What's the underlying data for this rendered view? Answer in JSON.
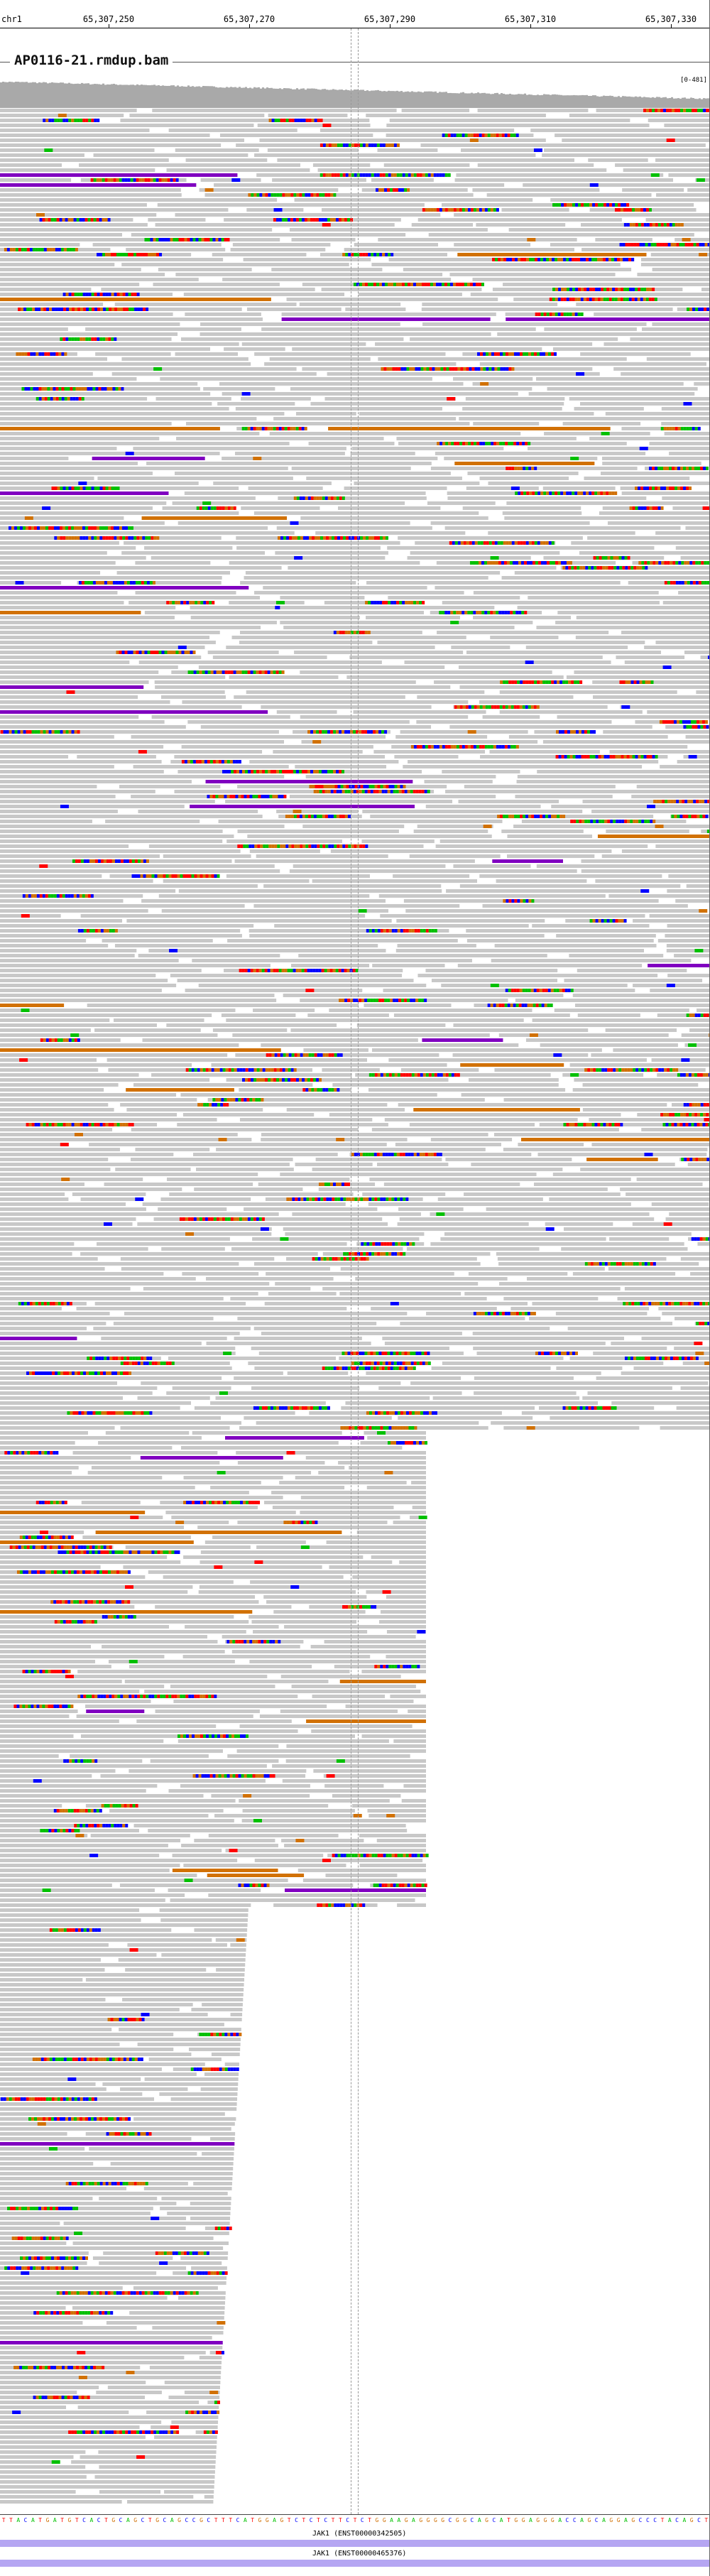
{
  "ruler": {
    "chrom": "chr1",
    "ticks": [
      "65,307,250",
      "65,307,270",
      "65,307,290",
      "65,307,310",
      "65,307,330"
    ]
  },
  "track": {
    "title": "AP0116-21.rmdup.bam",
    "range": "[0-481]"
  },
  "sequence": {
    "bases": "TTACATGATGTCACTGCAGCTGCAGCCGCTTTCATGGAGTCTCTCTTCTCTGGAAGAGGGGCGGCAGCATGGAGGGACCAGCAGGAGCCCTACAGCT"
  },
  "genes": [
    {
      "label": "JAK1 (ENST00000342505)"
    },
    {
      "label": "JAK1 (ENST00000465376)"
    }
  ],
  "colors": {
    "read": "#c8c8c8",
    "read_border": "#b4b4b4",
    "coverage": "#a9a9a9",
    "base_A": "#00c000",
    "base_C": "#0000ff",
    "base_G": "#d17105",
    "base_T": "#ff0000",
    "insertion": "#8000c0",
    "gene": "#b5a6f2"
  },
  "icons": {
    "mismatch": "mismatch-block",
    "insertion": "insertion-bar"
  }
}
